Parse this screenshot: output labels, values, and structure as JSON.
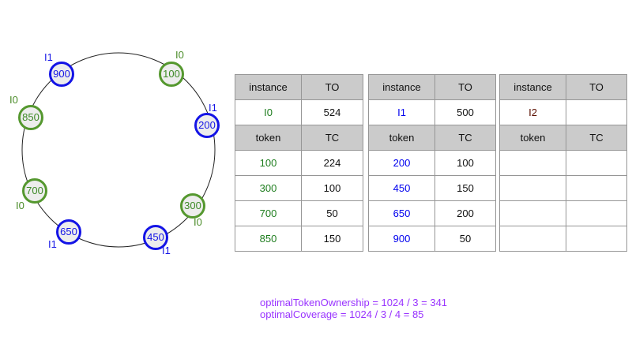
{
  "ring": {
    "total_tokens": 1024,
    "nodes": [
      {
        "token": "900",
        "instance": "I1",
        "color": "blue"
      },
      {
        "token": "100",
        "instance": "I0",
        "color": "green"
      },
      {
        "token": "850",
        "instance": "I0",
        "color": "green"
      },
      {
        "token": "200",
        "instance": "I1",
        "color": "blue"
      },
      {
        "token": "700",
        "instance": "I0",
        "color": "green"
      },
      {
        "token": "300",
        "instance": "I0",
        "color": "green"
      },
      {
        "token": "650",
        "instance": "I1",
        "color": "blue"
      },
      {
        "token": "450",
        "instance": "I1",
        "color": "blue"
      }
    ]
  },
  "table_headers": {
    "instance": "instance",
    "to": "TO",
    "token": "token",
    "tc": "TC"
  },
  "tables": [
    {
      "instance": "I0",
      "to": "524",
      "rows": [
        {
          "token": "100",
          "tc": "224"
        },
        {
          "token": "300",
          "tc": "100"
        },
        {
          "token": "700",
          "tc": "50"
        },
        {
          "token": "850",
          "tc": "150"
        }
      ]
    },
    {
      "instance": "I1",
      "to": "500",
      "rows": [
        {
          "token": "200",
          "tc": "100"
        },
        {
          "token": "450",
          "tc": "150"
        },
        {
          "token": "650",
          "tc": "200"
        },
        {
          "token": "900",
          "tc": "50"
        }
      ]
    },
    {
      "instance": "I2",
      "to": "",
      "rows": [
        {
          "token": "",
          "tc": ""
        },
        {
          "token": "",
          "tc": ""
        },
        {
          "token": "",
          "tc": ""
        },
        {
          "token": "",
          "tc": ""
        }
      ]
    }
  ],
  "notes": {
    "line1": "optimalTokenOwnership = 1024 / 3 = 341",
    "line2": "optimalCoverage = 1024 / 3 / 4 = 85"
  },
  "colors": {
    "green_node": "#55982f",
    "blue_node": "#1414e6",
    "green_text": "#1e7d1e",
    "blue_text": "#0000ee",
    "maroon_text": "#5b0f00",
    "purple_note": "#9933ff",
    "header_bg": "#cbcbcb",
    "node_fill": "#ededed"
  }
}
